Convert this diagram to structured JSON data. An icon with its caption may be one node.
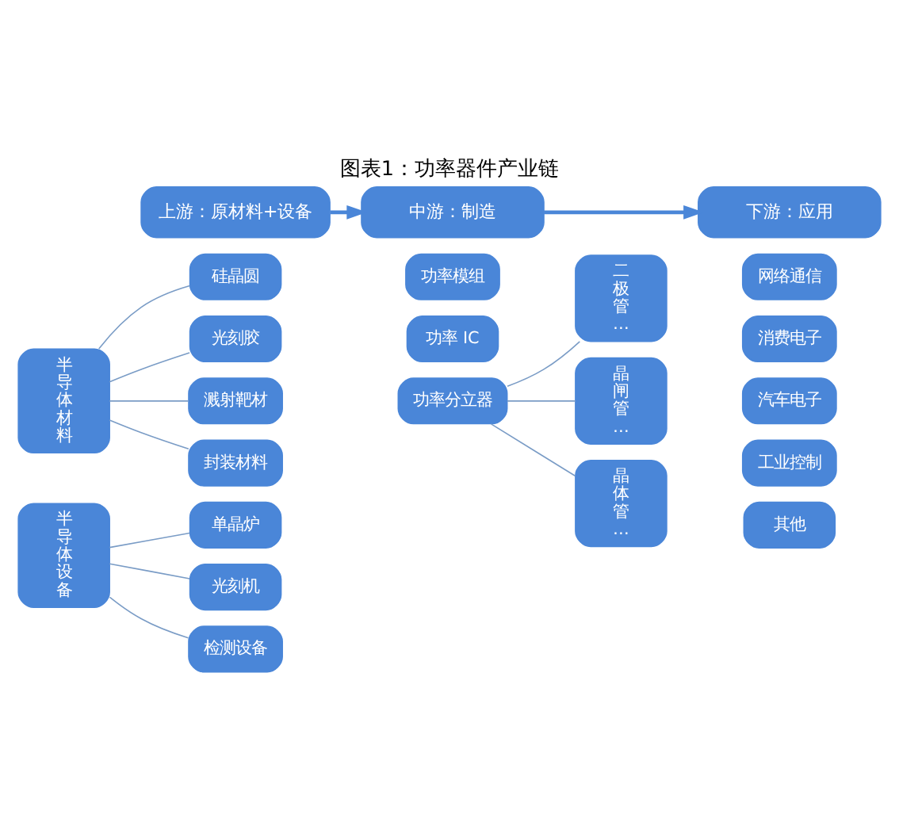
{
  "diagram": {
    "title": "图表1：功率器件产业链",
    "nodes": [
      {
        "text": [
          "上游：原材料+设备"
        ]
      },
      {
        "text": [
          "中游：制造"
        ]
      },
      {
        "text": [
          "下游：应用"
        ]
      },
      {
        "text": [
          "半导体材料"
        ]
      },
      {
        "text": [
          "硅晶圆"
        ]
      },
      {
        "text": [
          "光刻胶"
        ]
      },
      {
        "text": [
          "溅射靶材"
        ]
      },
      {
        "text": [
          "封装材料"
        ]
      },
      {
        "text": [
          "半导体设备"
        ]
      },
      {
        "text": [
          "单晶炉"
        ]
      },
      {
        "text": [
          "光刻机"
        ]
      },
      {
        "text": [
          "检测设备"
        ]
      },
      {
        "text": [
          "功率模组"
        ]
      },
      {
        "text": [
          "功率 IC"
        ]
      },
      {
        "text": [
          "功率分立器"
        ]
      },
      {
        "text": [
          "二极管…"
        ]
      },
      {
        "text": [
          "晶闸管…"
        ]
      },
      {
        "text": [
          "晶体管…"
        ]
      },
      {
        "text": [
          "网络通信"
        ]
      },
      {
        "text": [
          "消费电子"
        ]
      },
      {
        "text": [
          "汽车电子"
        ]
      },
      {
        "text": [
          "工业控制"
        ]
      },
      {
        "text": [
          "其他"
        ]
      }
    ],
    "edges": [
      {
        "from": 0,
        "to": 1,
        "arrow": "to",
        "style": "thick",
        "color": "#4a86d8"
      },
      {
        "from": 1,
        "to": 2,
        "arrow": "to",
        "style": "thick",
        "color": "#4a86d8"
      },
      {
        "from": 3,
        "to": 4,
        "arrow": "none"
      },
      {
        "from": 3,
        "to": 5,
        "arrow": "none"
      },
      {
        "from": 3,
        "to": 6,
        "arrow": "none"
      },
      {
        "from": 3,
        "to": 7,
        "arrow": "none"
      },
      {
        "from": 8,
        "to": 9,
        "arrow": "none"
      },
      {
        "from": 8,
        "to": 10,
        "arrow": "none"
      },
      {
        "from": 8,
        "to": 11,
        "arrow": "none"
      },
      {
        "from": 14,
        "to": 15,
        "arrow": "none"
      },
      {
        "from": 14,
        "to": 16,
        "arrow": "none"
      },
      {
        "from": 14,
        "to": 17,
        "arrow": "none"
      }
    ]
  }
}
